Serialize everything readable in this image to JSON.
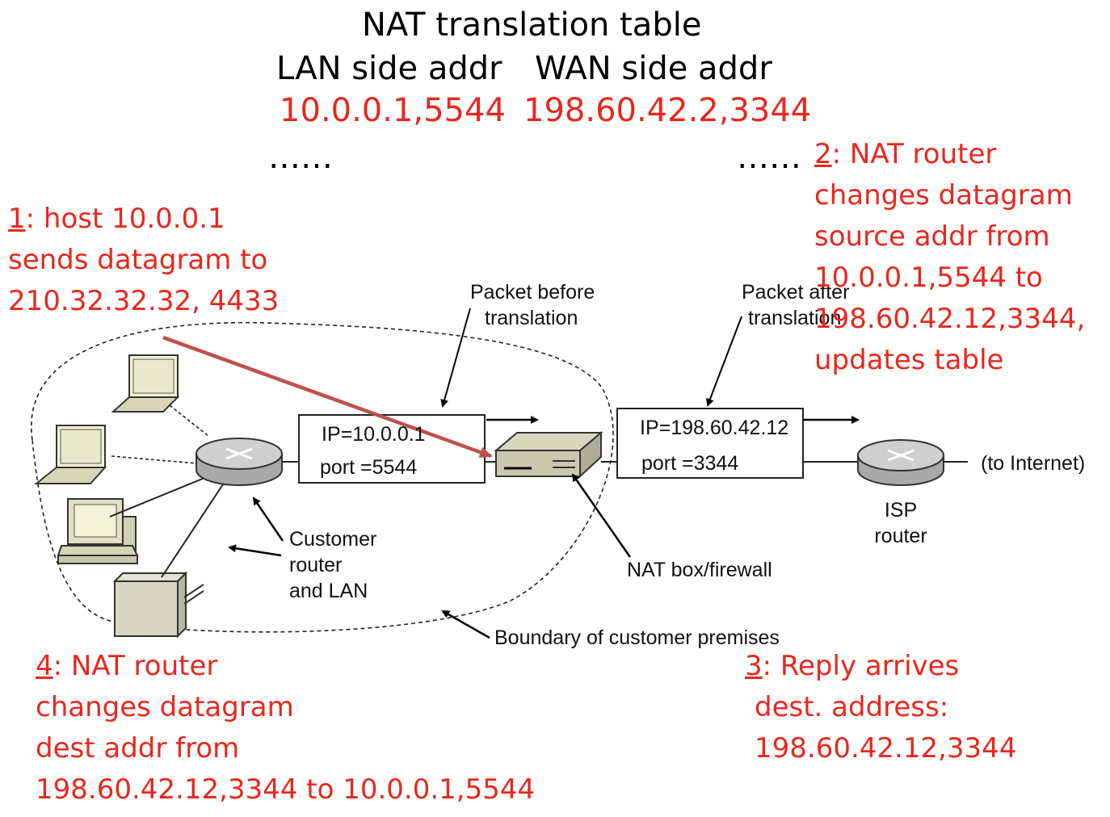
{
  "table": {
    "title": "NAT translation table",
    "col_lan": "LAN side addr",
    "col_wan": "WAN side addr",
    "row_lan": "10.0.0.1,5544",
    "row_wan": "198.60.42.2,3344",
    "ellipsis_lan": "……",
    "ellipsis_wan": "……"
  },
  "steps": {
    "step1": {
      "num": "1",
      "lines": [
        ": host 10.0.0.1",
        "sends datagram to",
        "210.32.32.32, 4433"
      ]
    },
    "step2": {
      "num": "2",
      "lines": [
        ": NAT router",
        "changes datagram",
        "source addr from",
        "10.0.0.1,5544 to",
        "198.60.42.12,3344,",
        "updates table"
      ]
    },
    "step3": {
      "num": "3",
      "lines": [
        ": Reply arrives",
        "dest. address:",
        "198.60.42.12,3344"
      ]
    },
    "step4": {
      "num": "4",
      "lines": [
        ": NAT router",
        "changes datagram",
        "dest addr from",
        "198.60.42.12,3344 to 10.0.0.1,5544"
      ]
    }
  },
  "labels": {
    "packet_before": [
      "Packet before",
      "translation"
    ],
    "packet_after": [
      "Packet after",
      "translation"
    ],
    "packet1_ip": "IP=10.0.0.1",
    "packet1_port": "port =5544",
    "packet2_ip": "IP=198.60.42.12",
    "packet2_port": "port =3344",
    "to_internet": "(to Internet)",
    "isp_router": [
      "ISP",
      "router"
    ],
    "customer_router": [
      "Customer",
      "router",
      "and LAN"
    ],
    "nat_box": "NAT box/firewall",
    "boundary": "Boundary of customer premises"
  },
  "colors": {
    "annotation": "#e8271d",
    "step_arrow": "#c0504d"
  }
}
